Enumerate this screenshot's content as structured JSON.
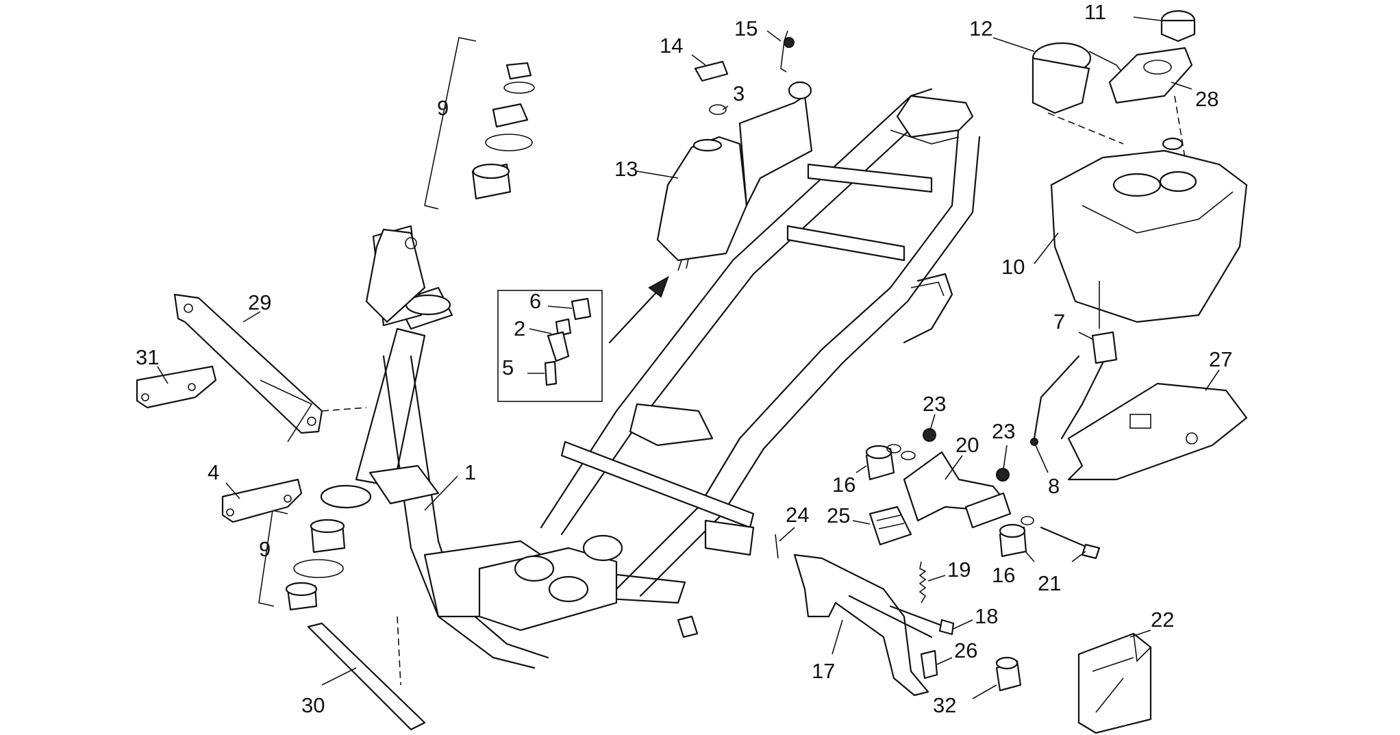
{
  "callouts": [
    {
      "id": "c1",
      "label": "1"
    },
    {
      "id": "c2",
      "label": "2"
    },
    {
      "id": "c3",
      "label": "3"
    },
    {
      "id": "c4",
      "label": "4"
    },
    {
      "id": "c5",
      "label": "5"
    },
    {
      "id": "c6",
      "label": "6"
    },
    {
      "id": "c7",
      "label": "7"
    },
    {
      "id": "c8",
      "label": "8"
    },
    {
      "id": "c9a",
      "label": "9"
    },
    {
      "id": "c9b",
      "label": "9"
    },
    {
      "id": "c10",
      "label": "10"
    },
    {
      "id": "c11",
      "label": "11"
    },
    {
      "id": "c12",
      "label": "12"
    },
    {
      "id": "c13",
      "label": "13"
    },
    {
      "id": "c14",
      "label": "14"
    },
    {
      "id": "c15",
      "label": "15"
    },
    {
      "id": "c16a",
      "label": "16"
    },
    {
      "id": "c16b",
      "label": "16"
    },
    {
      "id": "c17",
      "label": "17"
    },
    {
      "id": "c18",
      "label": "18"
    },
    {
      "id": "c19",
      "label": "19"
    },
    {
      "id": "c20",
      "label": "20"
    },
    {
      "id": "c21",
      "label": "21"
    },
    {
      "id": "c22",
      "label": "22"
    },
    {
      "id": "c23a",
      "label": "23"
    },
    {
      "id": "c23b",
      "label": "23"
    },
    {
      "id": "c24",
      "label": "24"
    },
    {
      "id": "c25",
      "label": "25"
    },
    {
      "id": "c26",
      "label": "26"
    },
    {
      "id": "c27",
      "label": "27"
    },
    {
      "id": "c28",
      "label": "28"
    },
    {
      "id": "c29",
      "label": "29"
    },
    {
      "id": "c30",
      "label": "30"
    },
    {
      "id": "c31",
      "label": "31"
    },
    {
      "id": "c32",
      "label": "32"
    }
  ]
}
